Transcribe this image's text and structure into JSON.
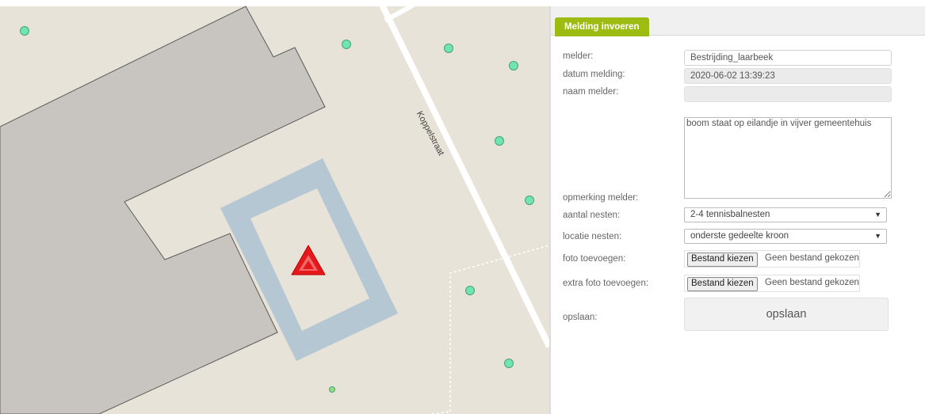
{
  "map": {
    "street_name": "Koppelstraat",
    "colors": {
      "background": "#e8e3d8",
      "building": "#c8c5c1",
      "building_outline": "#5a5a5a",
      "pond": "#b6c7d4",
      "road": "#ffffff",
      "tree": "#6ee6ae",
      "marker": "#e5181c"
    }
  },
  "panel": {
    "tab_label": "Melding invoeren",
    "fields": {
      "melder": {
        "label": "melder:",
        "value": "Bestrijding_laarbeek"
      },
      "datum": {
        "label": "datum melding:",
        "value": "2020-06-02 13:39:23"
      },
      "naam": {
        "label": "naam melder:",
        "value": ""
      },
      "opmerking": {
        "label": "opmerking melder:",
        "value": "boom staat op eilandje in vijver gemeentehuis"
      },
      "aantal": {
        "label": "aantal nesten:",
        "value": "2-4 tennisbalnesten"
      },
      "locatie": {
        "label": "locatie nesten:",
        "value": "onderste gedeelte kroon"
      },
      "foto": {
        "label": "foto toevoegen:",
        "button": "Bestand kiezen",
        "status": "Geen bestand gekozen"
      },
      "extra_foto": {
        "label": "extra foto toevoegen:",
        "button": "Bestand kiezen",
        "status": "Geen bestand gekozen"
      },
      "opslaan": {
        "label": "opslaan:",
        "button": "opslaan"
      }
    },
    "accent": "#9cbc12"
  }
}
